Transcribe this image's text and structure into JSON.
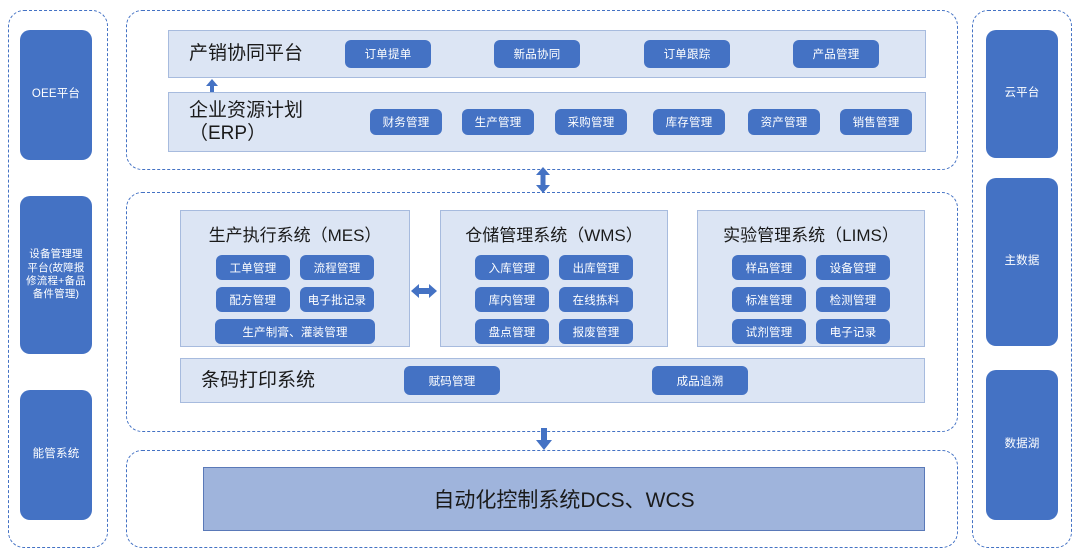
{
  "diagram": {
    "title": "Manufacturing IT System Architecture",
    "colors": {
      "chip_blue": "#4472C4",
      "band_light_blue": "#DCE5F4",
      "band_border": "#A7BBDE",
      "automation_blue": "#9FB4DC",
      "dashed_border": "#4472C4"
    }
  },
  "left_sidebar": {
    "items": [
      {
        "label": "OEE平台"
      },
      {
        "label": "设备管理理平台(故障报修流程+备品备件管理)"
      },
      {
        "label": "能管系统"
      }
    ]
  },
  "right_sidebar": {
    "items": [
      {
        "label": "云平台"
      },
      {
        "label": "主数据"
      },
      {
        "label": "数据湖"
      }
    ]
  },
  "top_group": {
    "rows": [
      {
        "title": "产销协同平台",
        "chips": [
          "订单提单",
          "新品协同",
          "订单跟踪",
          "产品管理"
        ]
      },
      {
        "title": "企业资源计划\n（ERP）",
        "chips": [
          "财务管理",
          "生产管理",
          "采购管理",
          "库存管理",
          "资产管理",
          "销售管理"
        ]
      }
    ]
  },
  "middle_group": {
    "subsystems": [
      {
        "title": "生产执行系统（MES）",
        "chips": [
          "工单管理",
          "流程管理",
          "配方管理",
          "电子批记录",
          "生产制膏、灌装管理"
        ]
      },
      {
        "title": "仓储管理系统（WMS）",
        "chips": [
          "入库管理",
          "出库管理",
          "库内管理",
          "在线拣料",
          "盘点管理",
          "报废管理"
        ]
      },
      {
        "title": "实验管理系统（LIMS）",
        "chips": [
          "样品管理",
          "设备管理",
          "标准管理",
          "检测管理",
          "试剂管理",
          "电子记录"
        ]
      }
    ],
    "barcode_row": {
      "title": "条码打印系统",
      "chips": [
        "赋码管理",
        "成品追溯"
      ]
    }
  },
  "bottom_group": {
    "label": "自动化控制系统DCS、WCS"
  },
  "connectors": [
    {
      "name": "erp-to-sales-arrow",
      "direction": "vertical-double"
    },
    {
      "name": "top-to-middle-arrow",
      "direction": "vertical-double"
    },
    {
      "name": "mes-to-wms-arrow",
      "direction": "horizontal-double"
    },
    {
      "name": "middle-to-bottom-arrow",
      "direction": "vertical-down"
    }
  ]
}
